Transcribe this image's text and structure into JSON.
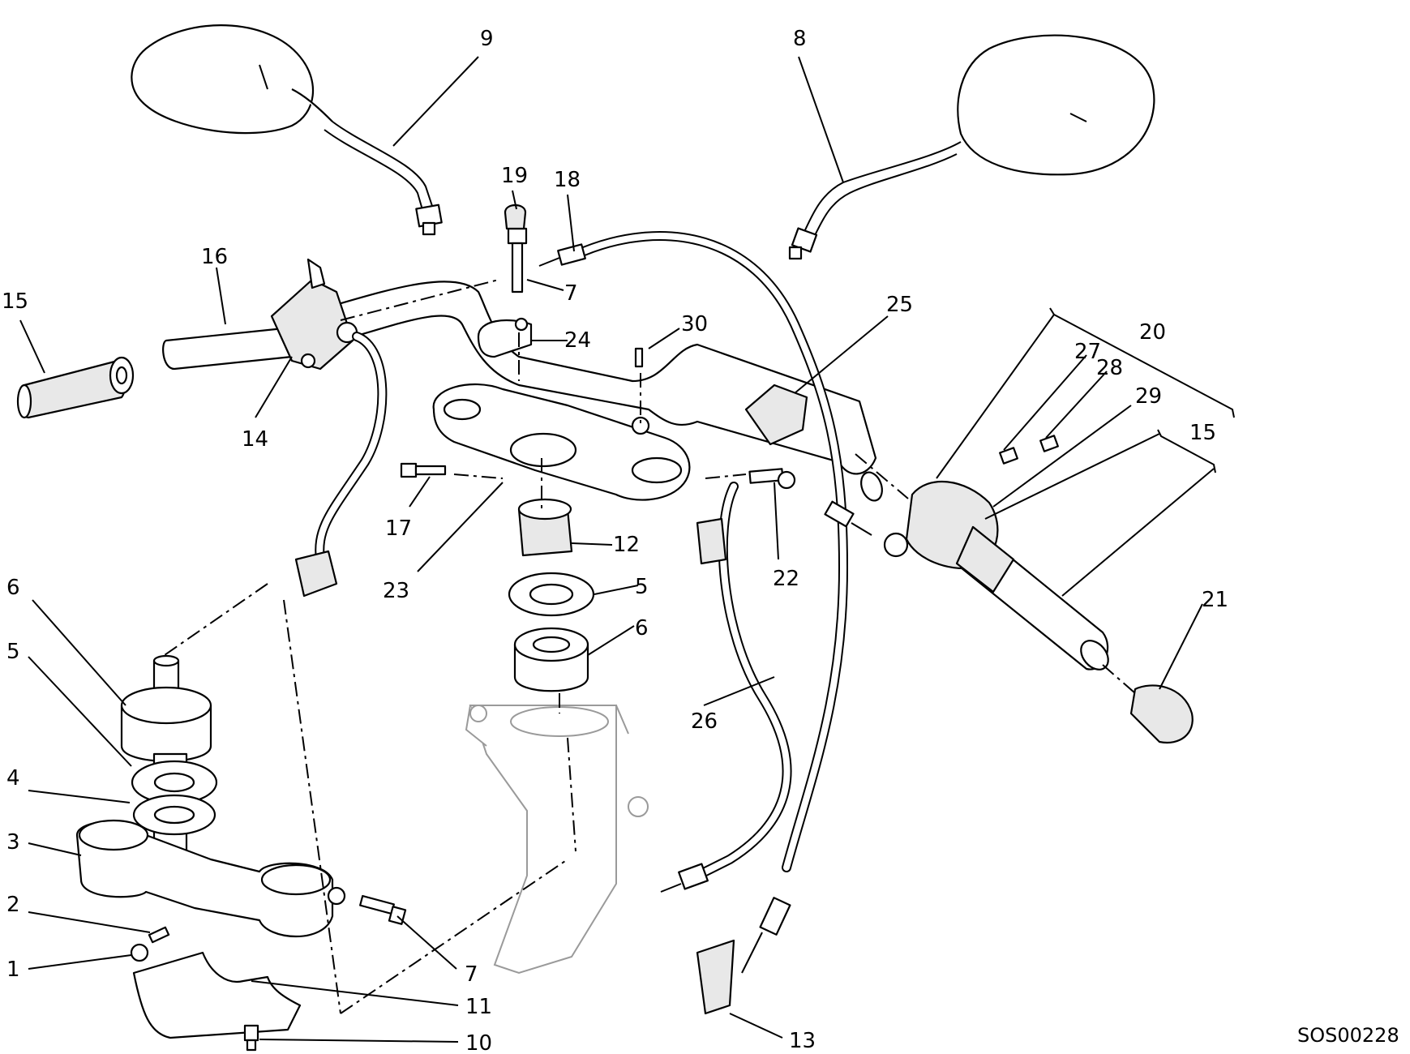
{
  "diagram": {
    "labels": [
      "1",
      "2",
      "3",
      "4",
      "5",
      "6",
      "7",
      "8",
      "9",
      "10",
      "11",
      "12",
      "13",
      "14",
      "15",
      "16",
      "17",
      "18",
      "19",
      "20",
      "21",
      "22",
      "23",
      "24",
      "25",
      "26",
      "27",
      "28",
      "29",
      "30"
    ],
    "extra_labels": [
      "5",
      "6",
      "7",
      "15"
    ],
    "drawing_code": "SOS00228"
  }
}
